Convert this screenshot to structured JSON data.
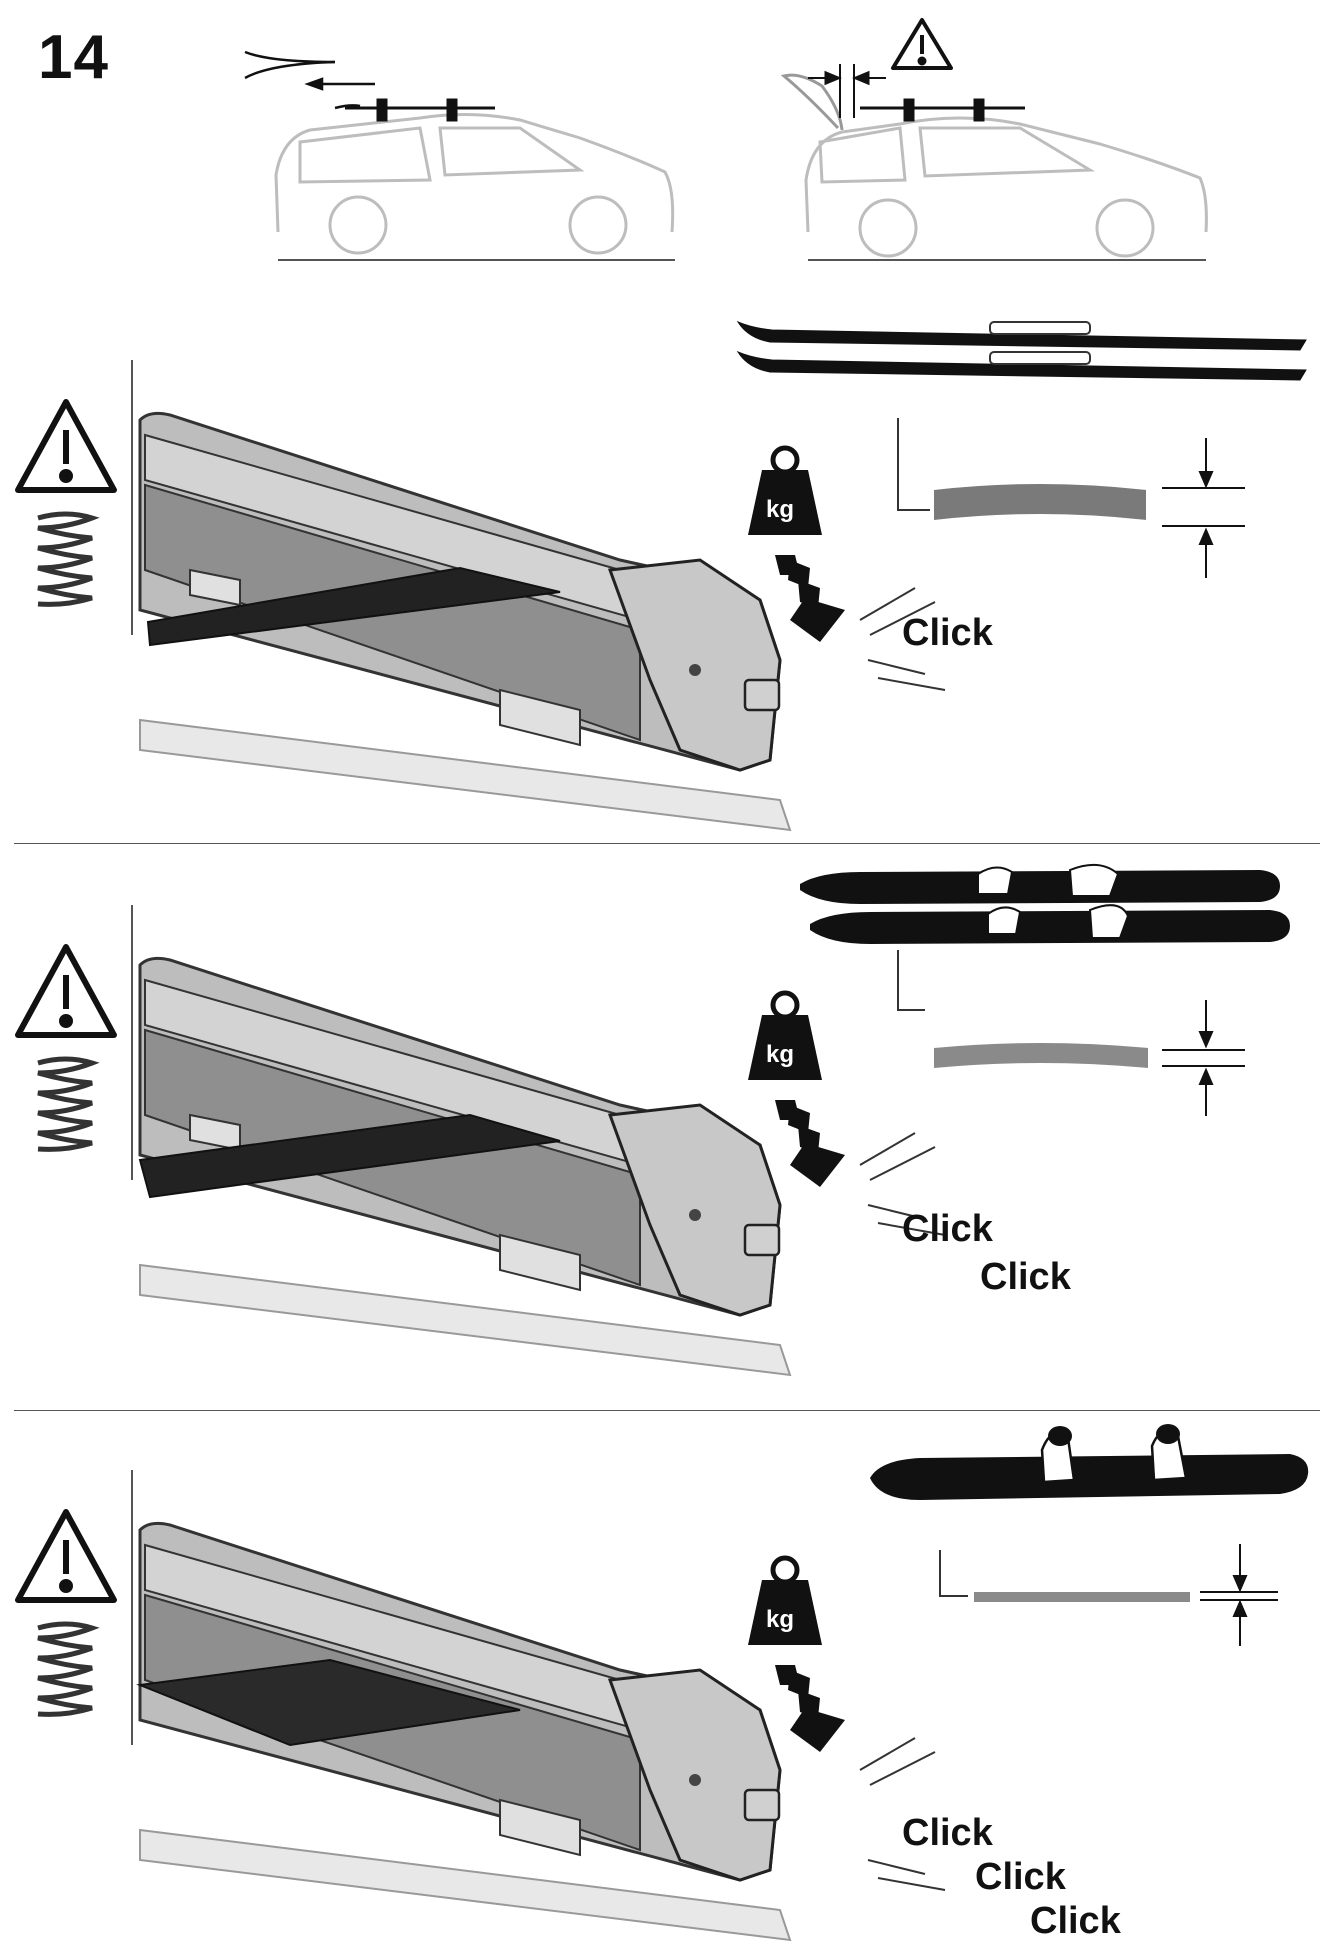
{
  "step_number": "14",
  "sections": [
    {
      "clicks": [
        "Click"
      ],
      "weight_label": "kg",
      "gear": "skis-thin"
    },
    {
      "clicks": [
        "Click",
        "Click"
      ],
      "weight_label": "kg",
      "gear": "skis-wide"
    },
    {
      "clicks": [
        "Click",
        "Click",
        "Click"
      ],
      "weight_label": "kg",
      "gear": "snowboard"
    }
  ]
}
